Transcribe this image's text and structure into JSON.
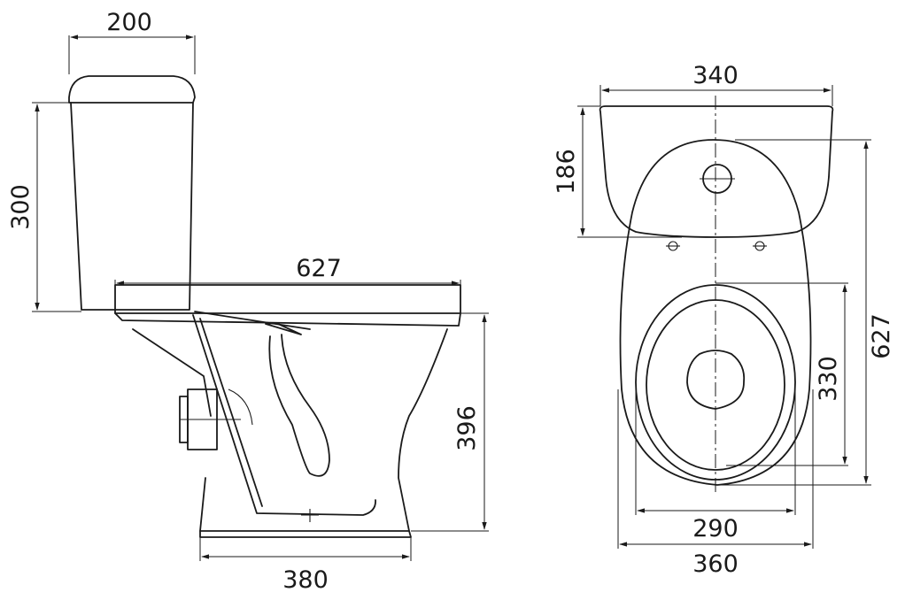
{
  "side_view": {
    "tank_depth": "200",
    "tank_height": "300",
    "total_length": "627",
    "bowl_height": "396",
    "base_width": "380"
  },
  "top_view": {
    "tank_width": "340",
    "tank_depth": "186",
    "total_length": "627",
    "seat_length": "330",
    "seat_width": "290",
    "bowl_width": "360"
  },
  "colors": {
    "line": "#1a1a1a",
    "background": "#ffffff"
  }
}
